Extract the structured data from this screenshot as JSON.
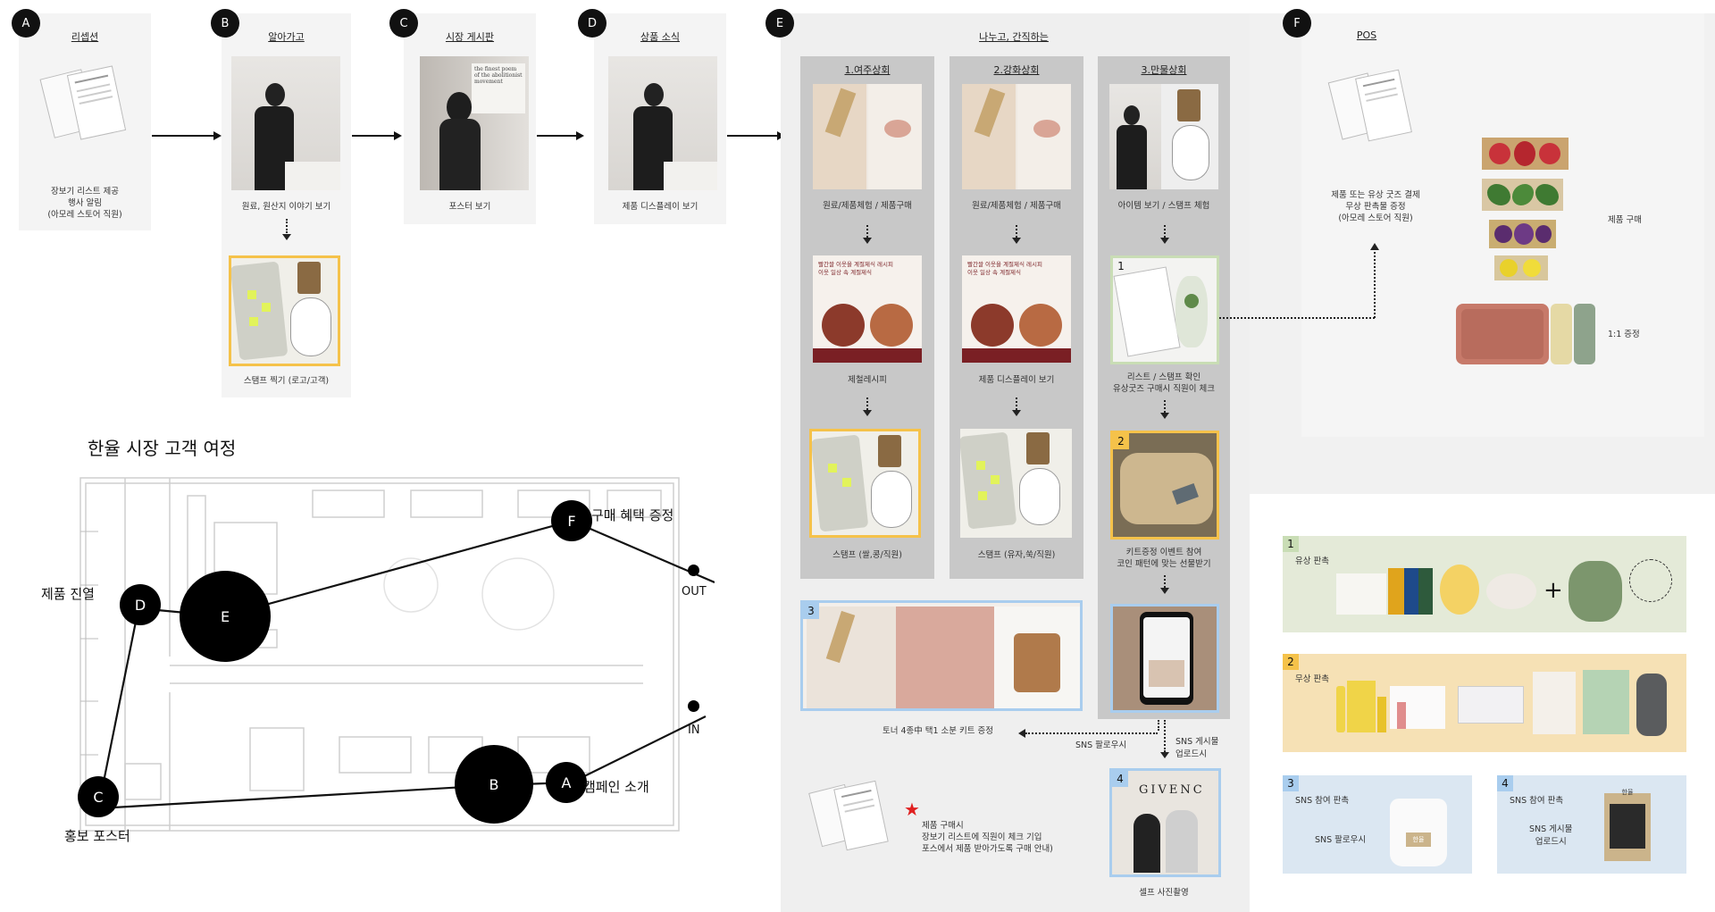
{
  "stages": [
    {
      "badge": "A",
      "title": "리셉션",
      "caption": [
        "장보기 리스트 제공",
        "행사 알림",
        "(아모레 스토어 직원)"
      ]
    },
    {
      "badge": "B",
      "title": "알아가고",
      "caption": [
        "원료, 원산지 이야기 보기"
      ],
      "sub_caption": [
        "스탬프 찍기 (로고/고객)"
      ]
    },
    {
      "badge": "C",
      "title": "시장 게시판",
      "caption": [
        "포스터 보기"
      ]
    },
    {
      "badge": "D",
      "title": "상품 소식",
      "caption": [
        "제품 디스플레이 보기"
      ]
    },
    {
      "badge": "E",
      "title": "나누고, 간직하는"
    },
    {
      "badge": "F",
      "title": "POS",
      "caption": [
        "제품 또는 유상 굿즈 결제",
        "무상 판촉물 증정",
        "(아모레 스토어 직원)"
      ]
    }
  ],
  "poster_text": "the finest poem of the abolitionist movement",
  "shops": [
    {
      "title": "1.여주상회",
      "cap1": "원료/제품체험 / 제품구매",
      "cap2": "제철레시피",
      "cap3": "스탬프 (쌀,콩/직원)"
    },
    {
      "title": "2.강화상회",
      "cap1": "원료/제품체험 / 제품구매",
      "cap2": "제품 디스플레이 보기",
      "cap3": "스탬프 (유자,쑥/직원)"
    },
    {
      "title": "3.만물상회",
      "cap1": "아이템 보기 / 스탬프 체험",
      "cap2": [
        "리스트 / 스탬프 확인",
        "유상굿즈 구매시 직원이 체크"
      ],
      "cap3": [
        "키트증정 이벤트 참여",
        "코인 패턴에 맞는 선물받기"
      ]
    }
  ],
  "recipe_text": [
    "빨간쌀 이웃을 계절제식 레시피",
    "이웃 일상 속 계절제식"
  ],
  "kit_caption": "토너 4종中 택1 소분 키트 증정",
  "sns_follow": "SNS 팔로우시",
  "sns_post": [
    "SNS 게시물",
    "업로드시"
  ],
  "selfie_caption": "셀프 사진촬영",
  "givenchy": "GIVENC",
  "purchase_note": [
    "제품 구매시",
    "장보기 리스트에 직원이 체크 기입",
    "포스에서 제품 받아가도록 구매 안내)"
  ],
  "pos_labels": {
    "buy": "제품 구매",
    "gift": "1:1 증정"
  },
  "map": {
    "title": "한율 시장 고객 여정",
    "nodes": [
      "A",
      "B",
      "C",
      "D",
      "E",
      "F"
    ],
    "labels": {
      "F": "구매 혜택 증정",
      "D": "제품 진열",
      "C": "홍보 포스터",
      "A": "캠페인 소개",
      "out": "OUT",
      "in": "IN"
    }
  },
  "benefits": [
    {
      "num": "1",
      "title": "유상 판촉",
      "color": "#e4ead8"
    },
    {
      "num": "2",
      "title": "무상 판촉",
      "color": "#f6e1b5"
    },
    {
      "num": "3",
      "title": "SNS 참여 판촉",
      "label": "SNS 팔로우시",
      "color": "#dbe7f2"
    },
    {
      "num": "4",
      "title": "SNS 참여 판촉",
      "label": [
        "SNS 게시물",
        "업로드시"
      ],
      "color": "#dbe7f2"
    }
  ],
  "brand_text": "한율",
  "colors": {
    "frame_yellow": "#f5c24a",
    "frame_blue": "#a9cdee",
    "frame_green": "#c9ddb5",
    "panel": "#f4f4f4",
    "shop_panel": "#c8c8c8"
  }
}
